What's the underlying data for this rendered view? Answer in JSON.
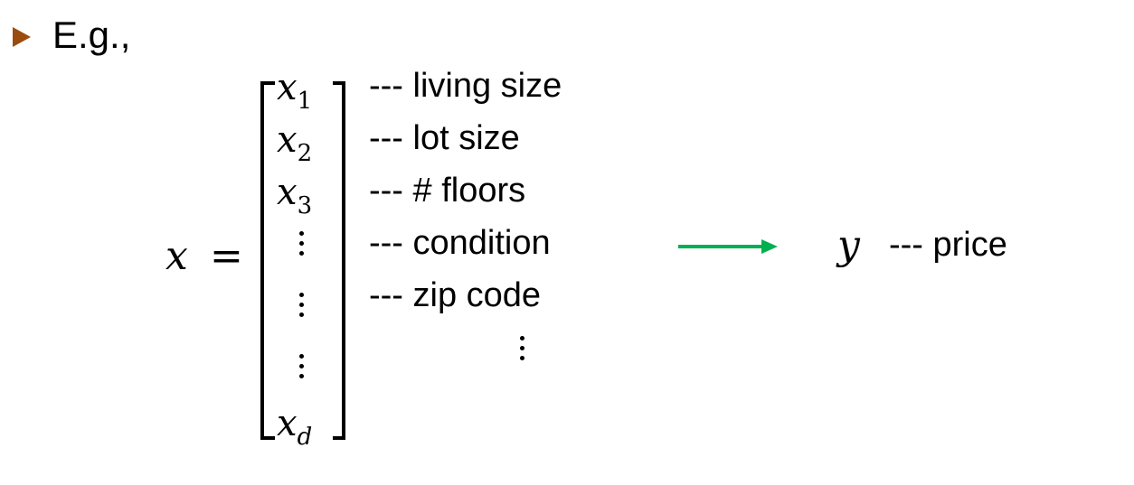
{
  "slide": {
    "bullet_text": "E.g.,",
    "lhs_var": "x",
    "equals": "=",
    "vector_entries": [
      {
        "base": "x",
        "sub": "1"
      },
      {
        "base": "x",
        "sub": "2"
      },
      {
        "base": "x",
        "sub": "3"
      },
      {
        "base": "x",
        "sub": "d"
      }
    ],
    "features": [
      "--- living size",
      "--- lot size",
      "--- # floors",
      "--- condition",
      "--- zip code"
    ],
    "target_var": "y",
    "target_label": "--- price"
  },
  "colors": {
    "bullet": "#9c4b0f",
    "arrow": "#00b050",
    "text": "#000000"
  }
}
